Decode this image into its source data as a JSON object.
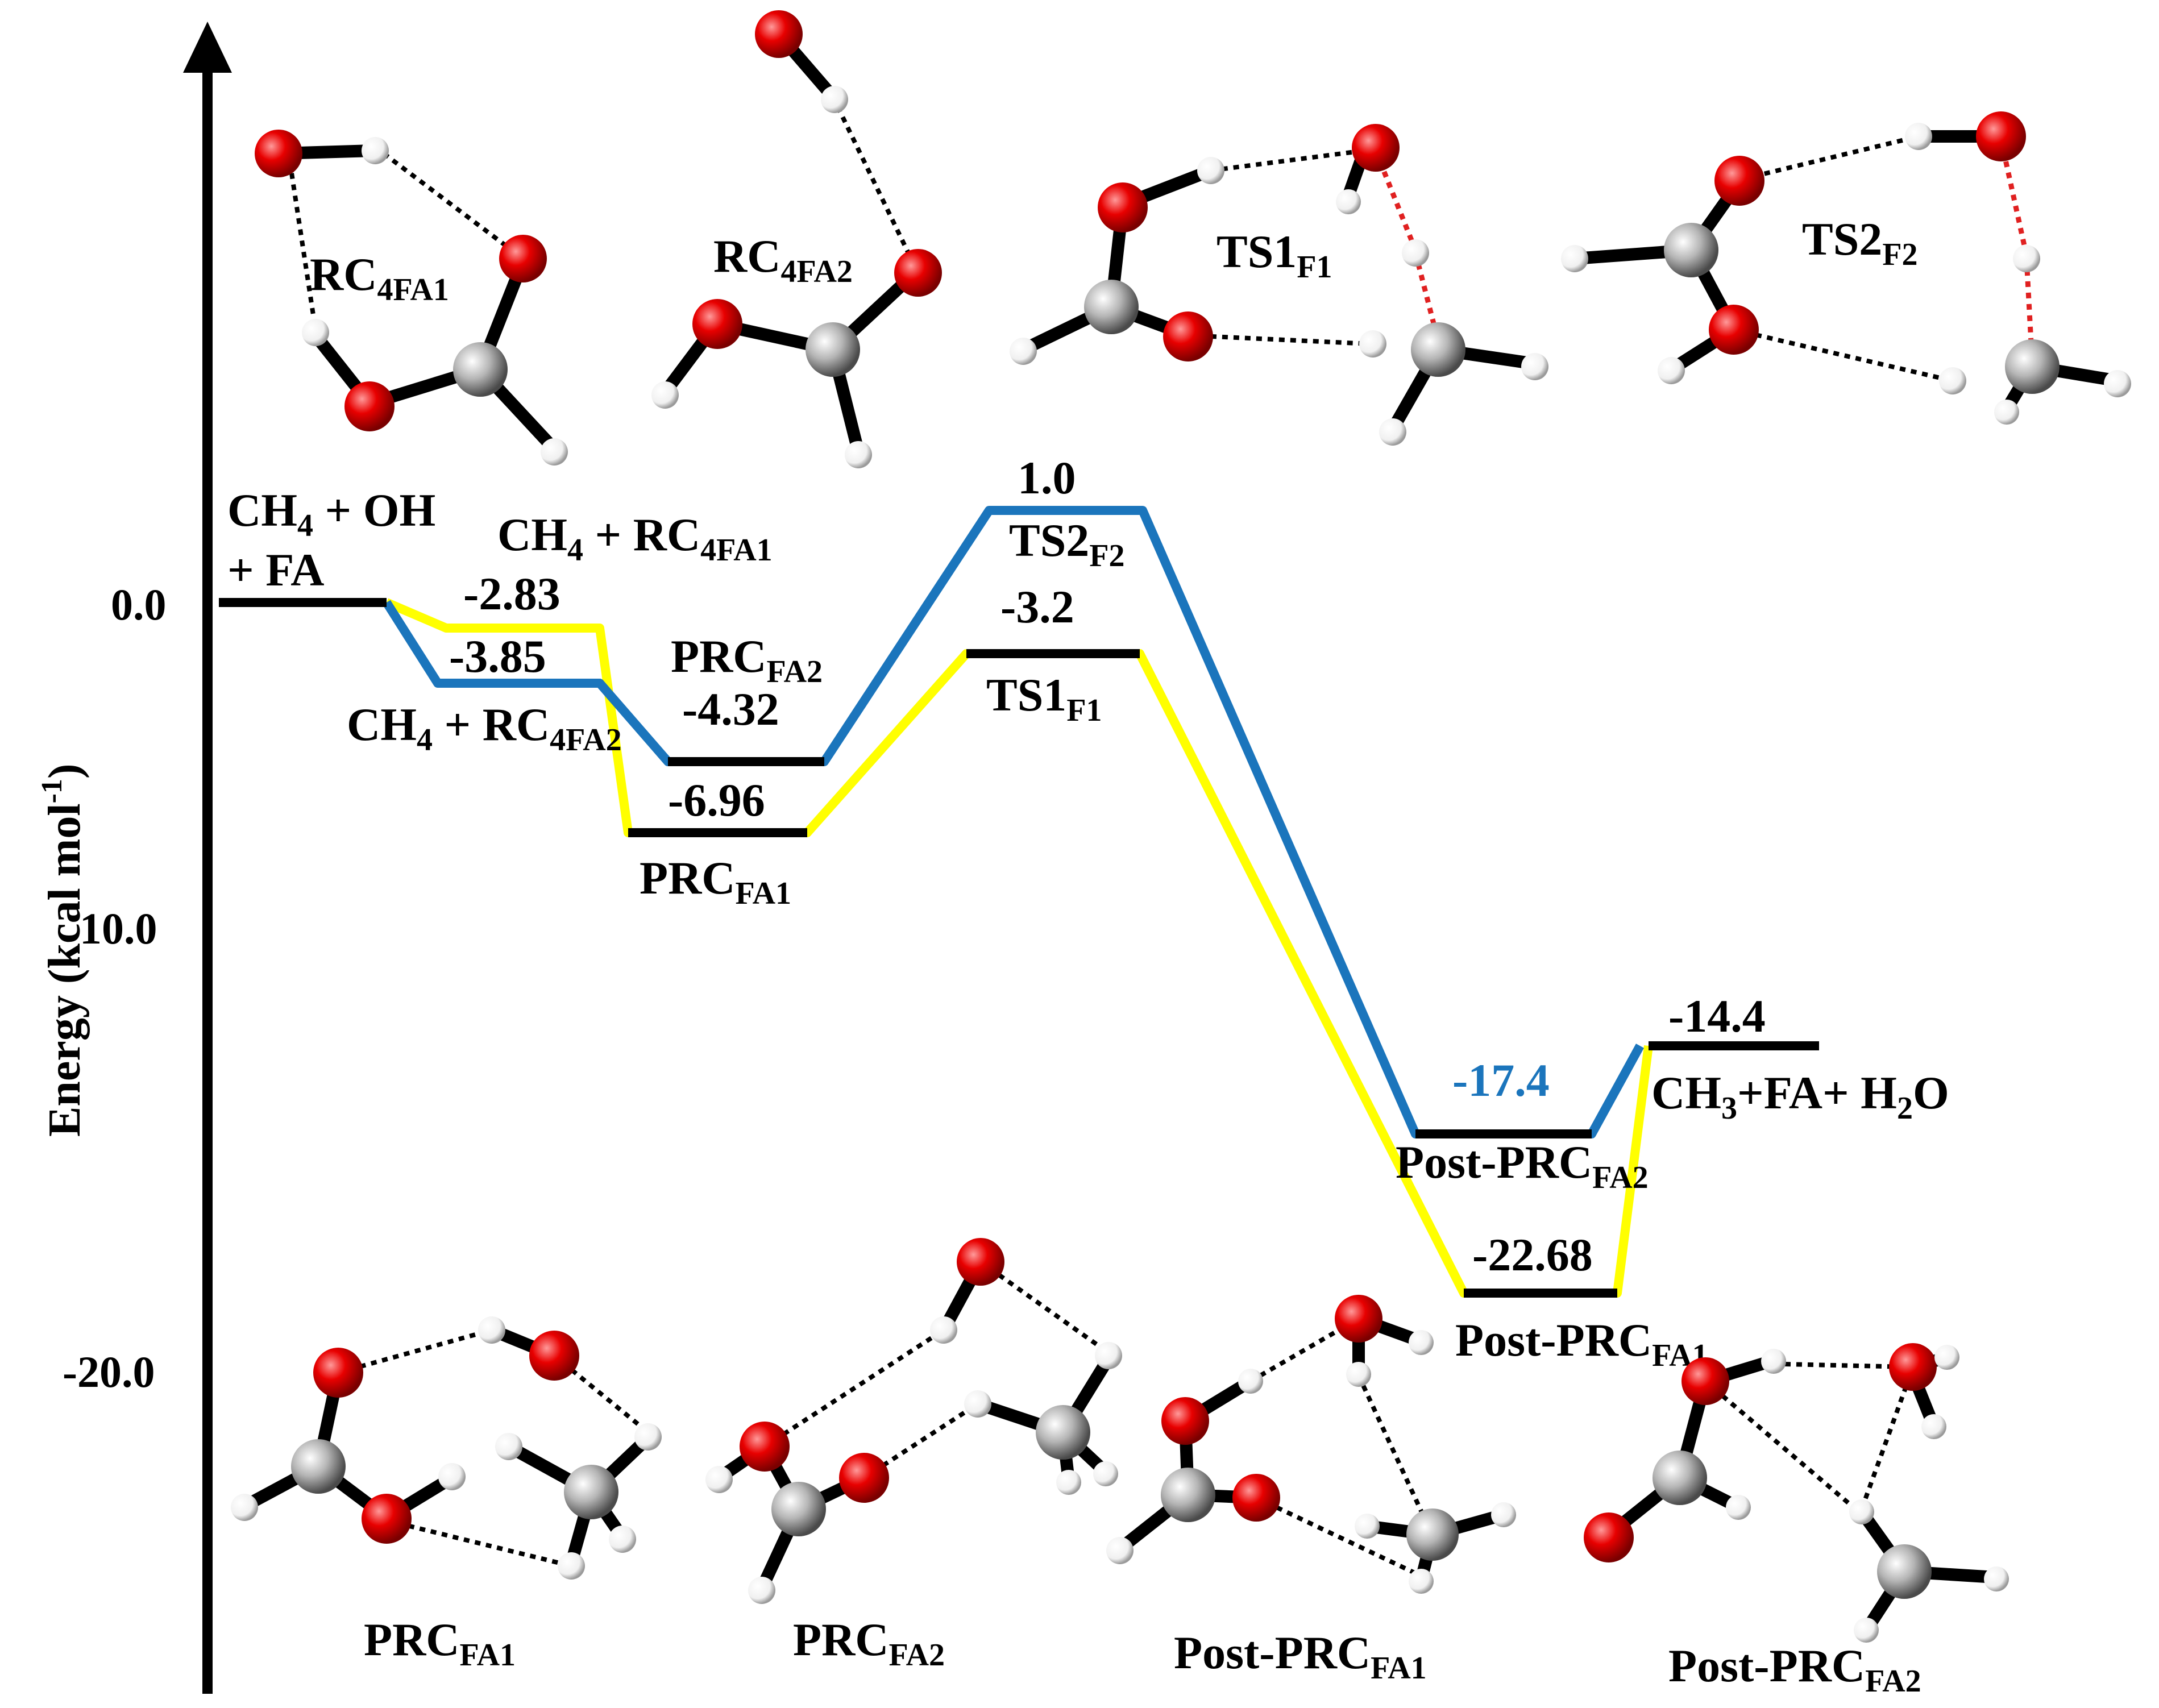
{
  "y_axis": {
    "label": "Energy (kcal mol",
    "label_sup": "-1",
    "label_end": ")",
    "ticks": [
      "0.0",
      "10.0",
      "-20.0"
    ]
  },
  "levels": {
    "reactants": {
      "line1": "CH",
      "line1_sub": "4",
      "line1_rest": " + OH",
      "line2": "+ FA",
      "value": 0.0
    },
    "ch4_rc4fa1": {
      "label": "CH",
      "label_sub1": "4",
      "label_mid": " + RC",
      "label_sub2": "4FA1",
      "value_text": "-2.83",
      "value": -2.83
    },
    "ch4_rc4fa2": {
      "label": "CH",
      "label_sub1": "4",
      "label_mid": " + RC",
      "label_sub2": "4FA2",
      "value_text": "-3.85",
      "value": -3.85
    },
    "prc_fa2": {
      "label": "PRC",
      "label_sub": "FA2",
      "value_text": "-4.32",
      "value": -4.32
    },
    "prc_fa1": {
      "label": "PRC",
      "label_sub": "FA1",
      "value_text": "-6.96",
      "value": -6.96
    },
    "ts2_f2": {
      "label": "TS2",
      "label_sub": "F2",
      "value_text": "1.0",
      "value": 1.0
    },
    "ts1_f1": {
      "label": "TS1",
      "label_sub": "F1",
      "value_text": "-3.2",
      "value": -3.2
    },
    "post_prc_fa2": {
      "label": "Post-PRC",
      "label_sub": "FA2",
      "value_text": "-17.4",
      "value": -17.4
    },
    "post_prc_fa1": {
      "label": "Post-PRC",
      "label_sub": "FA1",
      "value_text": "-22.68",
      "value": -22.68
    },
    "products": {
      "label": "CH",
      "label_sub1": "3",
      "label_mid": "+FA+ H",
      "label_sub2": "2",
      "label_end": "O",
      "value_text": "-14.4",
      "value": -14.4
    }
  },
  "structures_top": [
    {
      "label": "RC",
      "sub": "4FA1"
    },
    {
      "label": "RC",
      "sub": "4FA2"
    },
    {
      "label": "TS1",
      "sub": "F1"
    },
    {
      "label": "TS2",
      "sub": "F2"
    }
  ],
  "structures_bottom": [
    {
      "label": "PRC",
      "sub": "FA1"
    },
    {
      "label": "PRC",
      "sub": "FA2"
    },
    {
      "label": "Post-PRC",
      "sub": "FA1"
    },
    {
      "label": "Post-PRC",
      "sub": "FA2"
    }
  ],
  "colors": {
    "path_fa1": "#ffff00",
    "path_fa2": "#1b75bc",
    "level": "#000000",
    "oxygen": "#e00000",
    "carbon": "#9a9a9a",
    "hydrogen": "#ffffff",
    "ts_bond": "#e02020",
    "value_fa2_highlight": "#1b75bc"
  }
}
